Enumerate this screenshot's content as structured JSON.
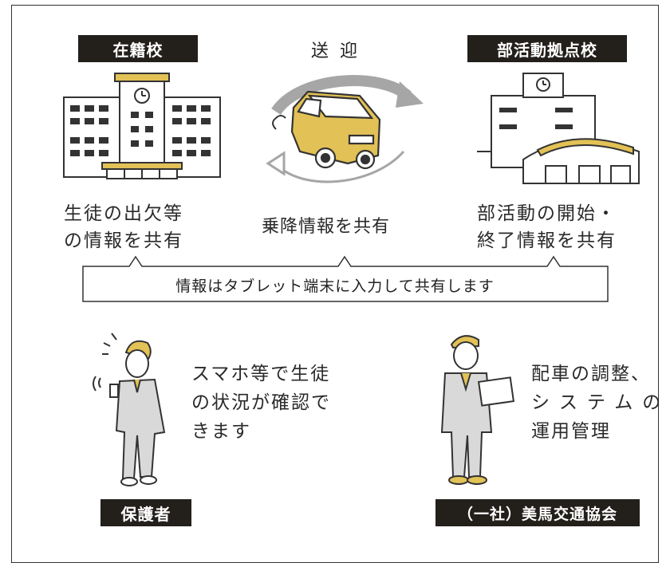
{
  "labels": {
    "school": "在籍校",
    "transport": "送迎",
    "club_school": "部活動拠点校",
    "guardian": "保護者",
    "association": "（一社）美馬交通協会"
  },
  "info": {
    "school_line1": "生徒の出欠等",
    "school_line2": "の情報を共有",
    "transport": "乗降情報を共有",
    "club_line1": "部活動の開始・",
    "club_line2": "終了情報を共有"
  },
  "banner": "情報はタブレット端末に入力して共有します",
  "guardian_desc": [
    "スマホ等で生徒",
    "の状況が確認で",
    "きます"
  ],
  "association_desc": [
    "配車の調整、",
    "システムの",
    "運用管理"
  ],
  "colors": {
    "label_bg": "#231f1b",
    "accent_yellow": "#e2c156",
    "arrow_gray": "#a6a6a6",
    "suit_gray": "#d9d9d9"
  }
}
